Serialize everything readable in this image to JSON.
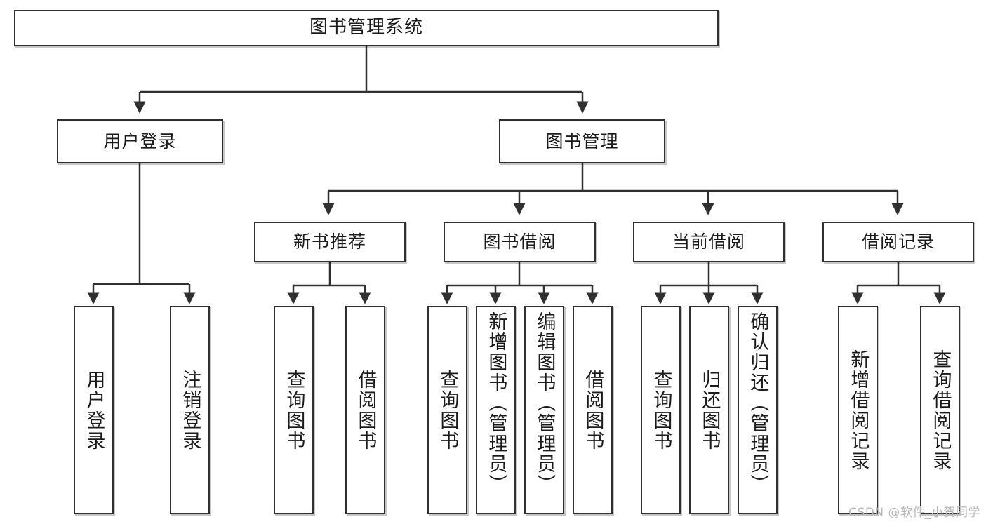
{
  "diagram": {
    "title": "图书管理系统",
    "type": "tree-hierarchy-chart",
    "watermark": "CSDN @软件_小贺同学",
    "colors": {
      "stroke": "#303030",
      "fill": "#ffffff",
      "text": "#1b1b1b",
      "watermark": "#b8b8b8"
    },
    "levels": {
      "root": [
        "图书管理系统"
      ],
      "level2": [
        "用户登录",
        "图书管理"
      ],
      "level3": [
        "新书推荐",
        "图书借阅",
        "当前借阅",
        "借阅记录"
      ],
      "level4": [
        "用户登录",
        "注销登录",
        "查询图书",
        "借阅图书",
        "查询图书",
        "新增图书（管理员）",
        "编辑图书（管理员）",
        "借阅图书",
        "查询图书",
        "归还图书",
        "确认归还（管理员）",
        "新增借阅记录",
        "查询借阅记录"
      ]
    },
    "nodes": {
      "root": {
        "label": "图书管理系统"
      },
      "user_login": {
        "label": "用户登录"
      },
      "book_manage": {
        "label": "图书管理"
      },
      "new_book_rec": {
        "label": "新书推荐"
      },
      "book_borrow": {
        "label": "图书借阅"
      },
      "current_borrow": {
        "label": "当前借阅"
      },
      "borrow_record": {
        "label": "借阅记录"
      },
      "leaf_user_login": {
        "label": "用户登录"
      },
      "leaf_logout": {
        "label": "注销登录"
      },
      "leaf_query_book_1": {
        "label": "查询图书"
      },
      "leaf_borrow_book_1": {
        "label": "借阅图书"
      },
      "leaf_query_book_2": {
        "label": "查询图书"
      },
      "leaf_add_book_admin": {
        "label": "新增图书（管理员）"
      },
      "leaf_edit_book_admin": {
        "label": "编辑图书（管理员）"
      },
      "leaf_borrow_book_2": {
        "label": "借阅图书"
      },
      "leaf_query_book_3": {
        "label": "查询图书"
      },
      "leaf_return_book": {
        "label": "归还图书"
      },
      "leaf_confirm_return_admin": {
        "label": "确认归还（管理员）"
      },
      "leaf_add_borrow_record": {
        "label": "新增借阅记录"
      },
      "leaf_query_borrow_record": {
        "label": "查询借阅记录"
      }
    }
  }
}
